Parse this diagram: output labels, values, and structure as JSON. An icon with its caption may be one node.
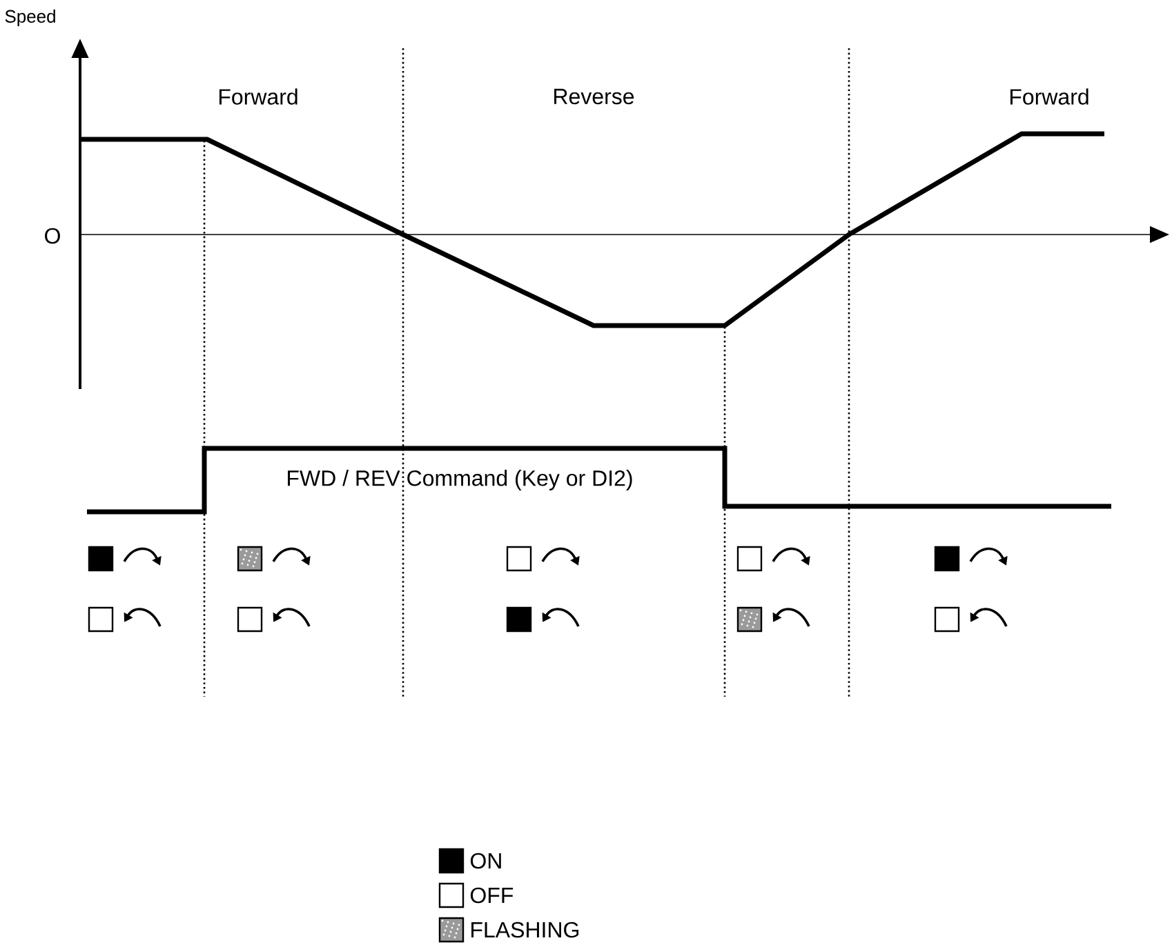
{
  "diagram": {
    "labels": [
      "Speed",
      "O",
      "Forward",
      "Reverse",
      "Forward",
      "FWD / REV Command (Key or DI2)"
    ],
    "legend": [
      {
        "text": "ON",
        "color": "#000000"
      },
      {
        "text": "OFF"
      },
      {
        "text": "FLASHING",
        "color": "#9a9a9a"
      }
    ]
  }
}
